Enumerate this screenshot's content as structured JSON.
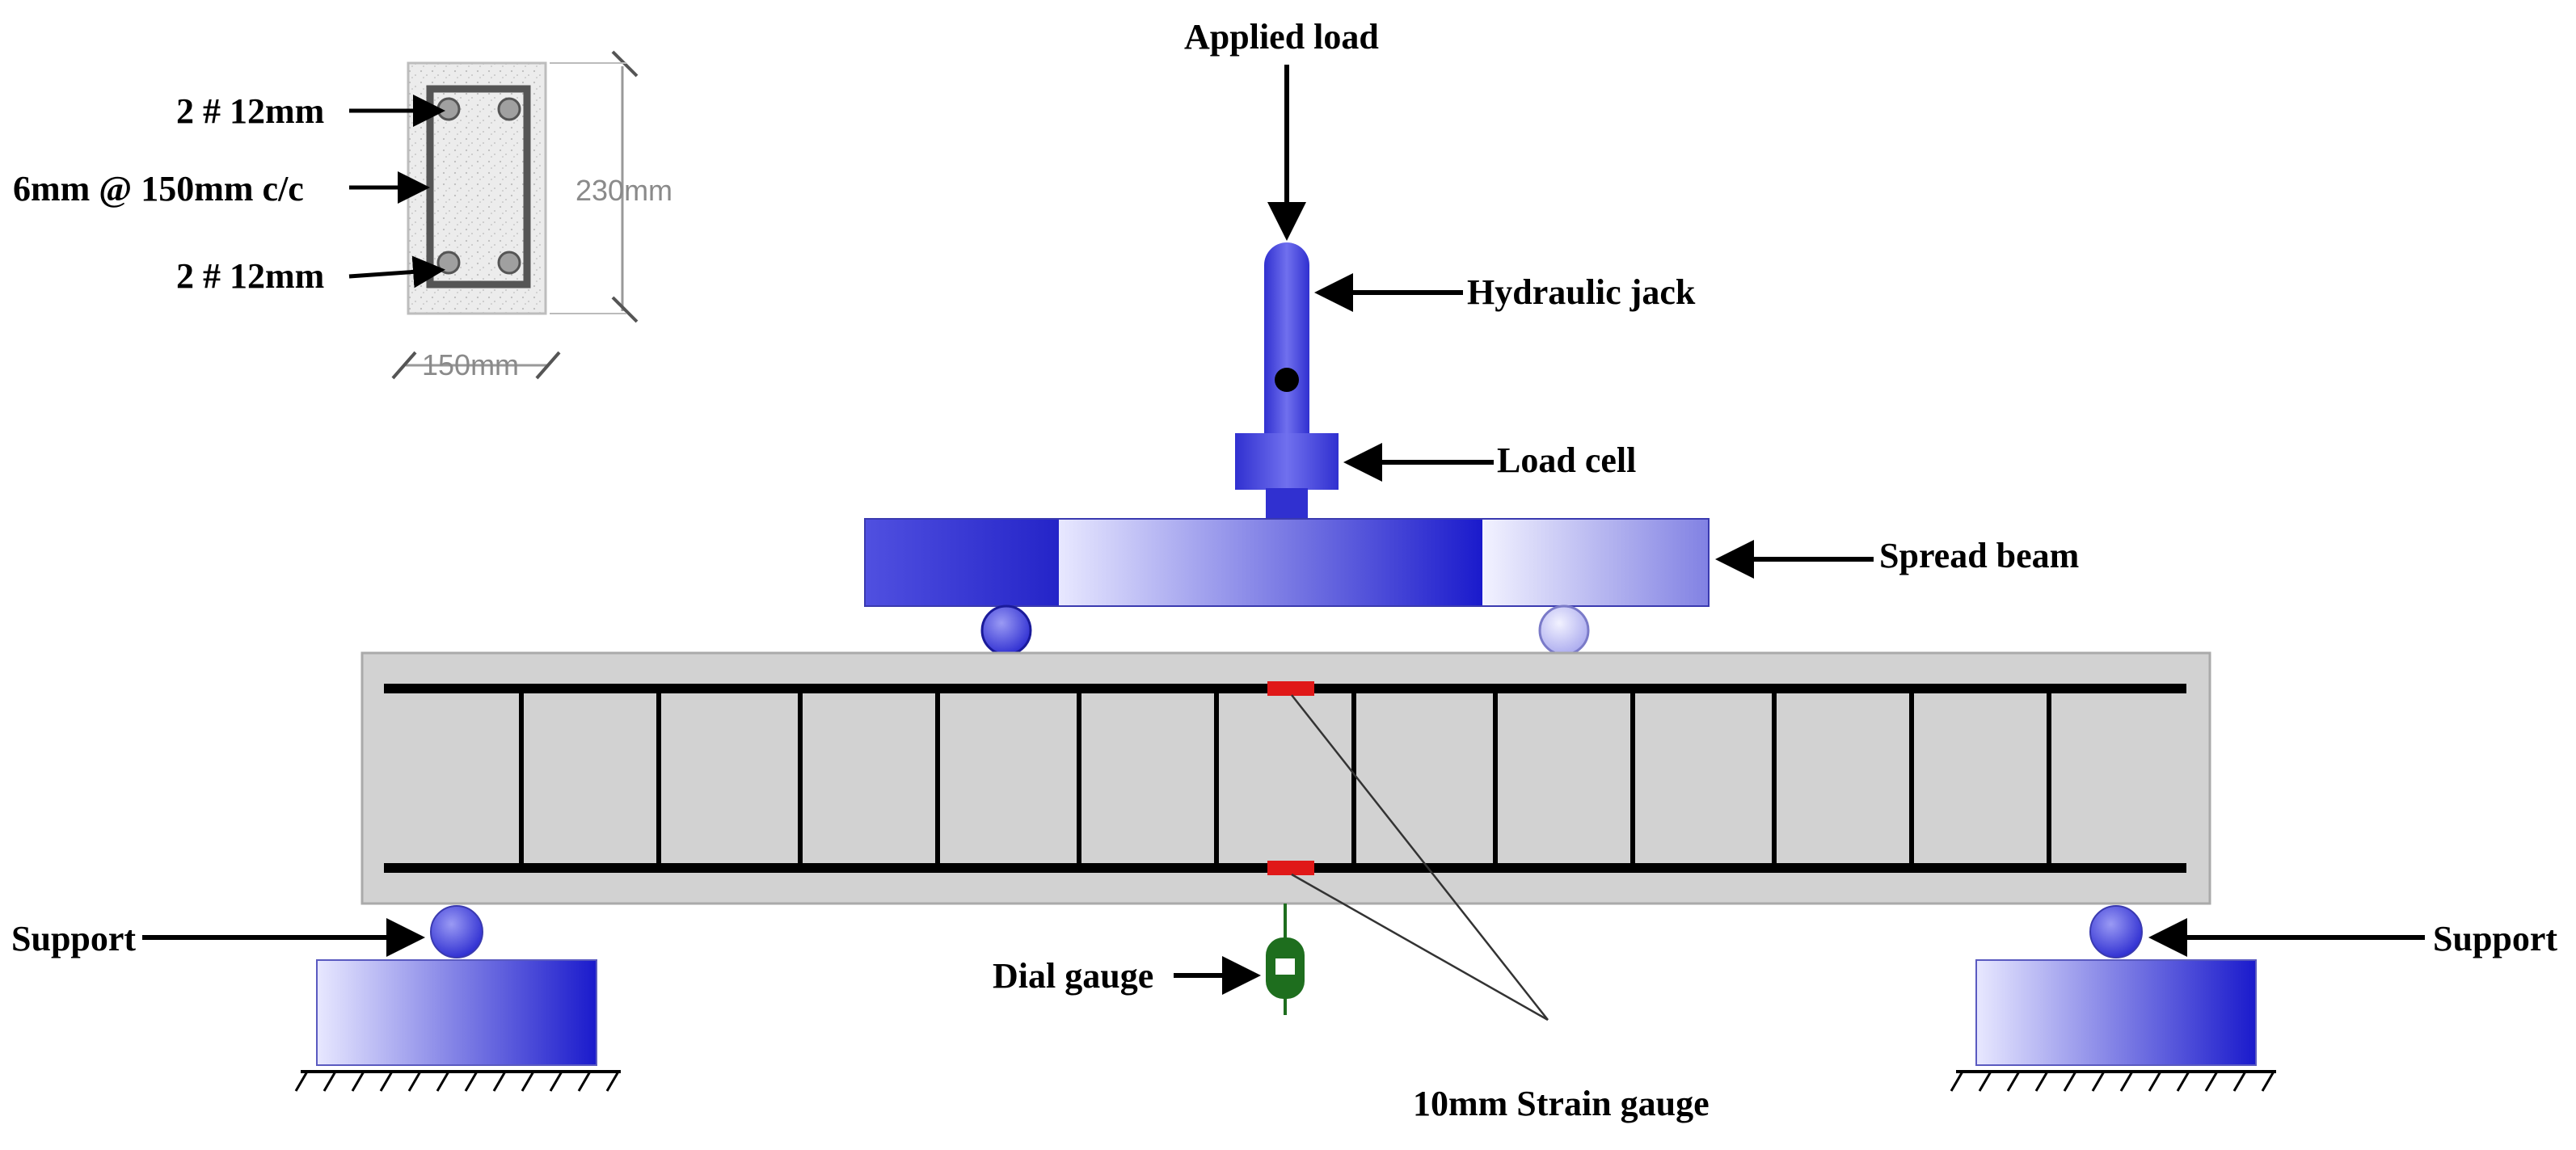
{
  "labels": {
    "applied_load": "Applied load",
    "hydraulic_jack": "Hydraulic jack",
    "load_cell": "Load cell",
    "spread_beam": "Spread beam",
    "support_left": "Support",
    "support_right": "Support",
    "dial_gauge": "Dial gauge",
    "strain_gauge": "10mm Strain gauge"
  },
  "cross_section": {
    "top_bars": "2 # 12mm",
    "stirrups": "6mm @ 150mm c/c",
    "bottom_bars": "2 # 12mm",
    "depth": "230mm",
    "width": "150mm"
  },
  "colors": {
    "steel_blue": "#2020c8",
    "light_blue": "#b8b8f4",
    "concrete": "#d2d2d2",
    "rebar": "#000000",
    "strain_gauge": "#e01818",
    "dial_gauge": "#1e6e1e"
  }
}
